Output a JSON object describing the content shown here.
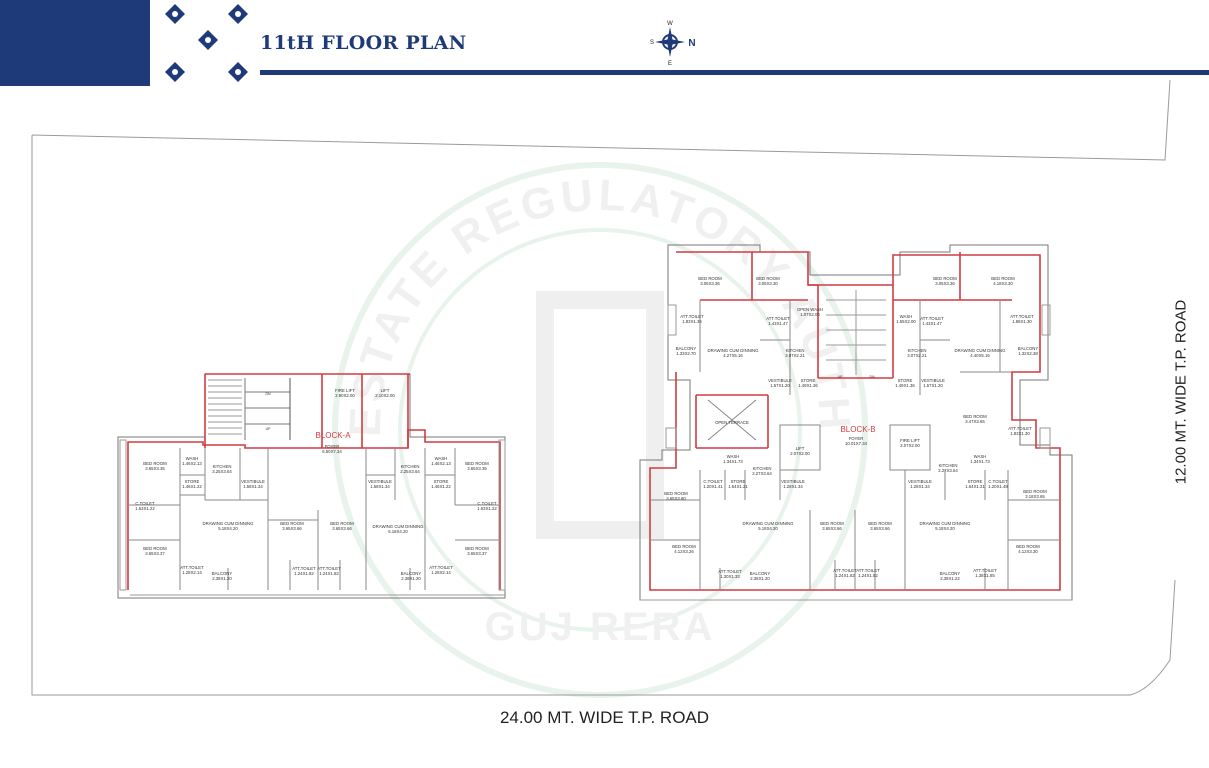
{
  "header": {
    "title": "11tH FLOOR PLAN",
    "brand_color": "#1e3a78"
  },
  "compass": {
    "n": "N",
    "s": "S",
    "e": "E",
    "w": "W"
  },
  "roads": {
    "bottom": "24.00 MT. WIDE T.P. ROAD",
    "right": "12.00 MT. WIDE T.P. ROAD"
  },
  "watermark": {
    "top": "REAL ESTATE REGULATORY AUTHORITY",
    "bottom": "GUJ RERA"
  },
  "block_a": {
    "label": "BLOCK-A",
    "foyer": {
      "name": "FOYER",
      "dim": "6.50X7.34"
    },
    "fire_lift": {
      "name": "FIRE LIFT",
      "dim": "2.90X2.00"
    },
    "lift": {
      "name": "LIFT",
      "dim": "2.10X2.00"
    },
    "bed_left": {
      "name": "BED ROOM",
      "dim": "3.65X3.35"
    },
    "wash_left": {
      "name": "WASH",
      "dim": "1.46X2.13"
    },
    "kitchen_left": {
      "name": "KITCHEN",
      "dim": "3.25X3.64"
    },
    "store_left": {
      "name": "STORE",
      "dim": "1.46X1.22"
    },
    "vestibule_left": {
      "name": "VESTIBULE",
      "dim": "1.58X1.34"
    },
    "ctoilet_left": {
      "name": "C.TOILET",
      "dim": "1.63X1.22"
    },
    "dcd_left": {
      "name": "DRAWING CUM DINNING",
      "dim": "5.18X4.20"
    },
    "bed_mid_left": {
      "name": "BED ROOM",
      "dim": "3.65X3.66"
    },
    "bed_mid_right": {
      "name": "BED ROOM",
      "dim": "3.65X3.66"
    },
    "dcd_right": {
      "name": "DRAWING CUM DINNING",
      "dim": "5.18X4.20"
    },
    "kitchen_right": {
      "name": "KITCHEN",
      "dim": "2.25X3.64"
    },
    "vestibule_right": {
      "name": "VESTIBULE",
      "dim": "1.58X1.34"
    },
    "wash_right": {
      "name": "WASH",
      "dim": "1.46X2.13"
    },
    "store_right": {
      "name": "STORE",
      "dim": "1.46X1.22"
    },
    "bed_right": {
      "name": "BED ROOM",
      "dim": "3.65X3.35"
    },
    "ctoilet_right": {
      "name": "C.TOILET",
      "dim": "1.63X1.22"
    },
    "bed_bl": {
      "name": "BED ROOM",
      "dim": "3.65X3.37"
    },
    "att_bl": {
      "name": "ATT.TOILET",
      "dim": "1.28X2.14"
    },
    "bal_left": {
      "name": "BALCONY",
      "dim": "2.38X1.20"
    },
    "att_ml": {
      "name": "ATT.TOILET",
      "dim": "1.24X1.82"
    },
    "att_mr": {
      "name": "ATT.TOILET",
      "dim": "1.24X1.82"
    },
    "bal_right": {
      "name": "BALCONY",
      "dim": "2.38X1.20"
    },
    "att_br": {
      "name": "ATT.TOILET",
      "dim": "1.28X2.14"
    },
    "bed_br": {
      "name": "BED ROOM",
      "dim": "3.65X3.37"
    }
  },
  "block_b": {
    "label": "BLOCK-B",
    "foyer": {
      "name": "FOYER",
      "dim": "10.01X7.34"
    },
    "lift": {
      "name": "LIFT",
      "dim": "2.07X2.00"
    },
    "fire_lift": {
      "name": "FIRE LIFT",
      "dim": "2.07X2.00"
    },
    "open_terrace": "OPEN TERRACE",
    "open_wash": {
      "name": "OPEN WASH",
      "dim": "1.07X2.00"
    },
    "tl_bed1": {
      "name": "BED ROOM",
      "dim": "3.05X3.36"
    },
    "tl_bed2": {
      "name": "BED ROOM",
      "dim": "3.05X3.30"
    },
    "tl_att1": {
      "name": "ATT.TOILET",
      "dim": "1.83X1.36"
    },
    "tl_att2": {
      "name": "ATT.TOILET",
      "dim": "1.43X1.47"
    },
    "tl_balcony": {
      "name": "BALCONY",
      "dim": "1.33X2.70"
    },
    "tl_dcd": {
      "name": "DRAWING CUM DINNING",
      "dim": "4.27X5.16"
    },
    "tl_kitchen": {
      "name": "KITCHEN",
      "dim": "3.07X2.21"
    },
    "tl_vestibule": {
      "name": "VESTIBULE",
      "dim": "1.57X1.20"
    },
    "tl_store": {
      "name": "STORE",
      "dim": "1.49X1.36"
    },
    "tr_bed1": {
      "name": "BED ROOM",
      "dim": "3.05X3.36"
    },
    "tr_bed2": {
      "name": "BED ROOM",
      "dim": "4.18X3.30"
    },
    "tr_wash": {
      "name": "WASH",
      "dim": "1.55X2.00"
    },
    "tr_att1": {
      "name": "ATT.TOILET",
      "dim": "1.43X1.47"
    },
    "tr_att2": {
      "name": "ATT.TOILET",
      "dim": "1.88X1.30"
    },
    "tr_kitchen": {
      "name": "KITCHEN",
      "dim": "3.07X2.21"
    },
    "tr_dcd": {
      "name": "DRAWING CUM DINNING",
      "dim": "4.40X5.16"
    },
    "tr_balcony": {
      "name": "BALCONY",
      "dim": "1.32X2.38"
    },
    "tr_store": {
      "name": "STORE",
      "dim": "1.49X1.36"
    },
    "tr_vestibule": {
      "name": "VESTIBULE",
      "dim": "1.57X1.20"
    },
    "tr_bed3": {
      "name": "BED ROOM",
      "dim": "3.47X3.65"
    },
    "tr_att3": {
      "name": "ATT.TOILET",
      "dim": "1.83X1.30"
    },
    "bl_wash": {
      "name": "WASH",
      "dim": "1.34X1.73"
    },
    "bl_kitchen": {
      "name": "KITCHEN",
      "dim": "2.27X3.64"
    },
    "bl_ctoilet": {
      "name": "C.TOILET",
      "dim": "1.20X1.41"
    },
    "bl_store": {
      "name": "STORE",
      "dim": "1.64X1.21"
    },
    "bl_vestibule": {
      "name": "VESTIBULE",
      "dim": "1.28X1.34"
    },
    "bl_bed1": {
      "name": "BED ROOM",
      "dim": "3.65X3.80"
    },
    "bl_dcd": {
      "name": "DRAWING CUM DINNING",
      "dim": "5.18X4.20"
    },
    "bl_bed_mid": {
      "name": "BED ROOM",
      "dim": "3.65X3.66"
    },
    "bl_bed2": {
      "name": "BED ROOM",
      "dim": "4.12X3.26"
    },
    "bl_att": {
      "name": "ATT.TOILET",
      "dim": "1.30X1.33"
    },
    "bl_balcony": {
      "name": "BALCONY",
      "dim": "2.38X1.20"
    },
    "bl_att_mid": {
      "name": "ATT.TOILET",
      "dim": "1.24X1.82"
    },
    "br_att_mid": {
      "name": "ATT.TOILET",
      "dim": "1.24X1.82"
    },
    "br_bed_mid": {
      "name": "BED ROOM",
      "dim": "3.65X3.66"
    },
    "br_dcd": {
      "name": "DRAWING CUM DINNING",
      "dim": "5.18X4.20"
    },
    "br_vestibule": {
      "name": "VESTIBULE",
      "dim": "1.28X1.34"
    },
    "br_kitchen": {
      "name": "KITCHEN",
      "dim": "2.27X3.64"
    },
    "br_wash": {
      "name": "WASH",
      "dim": "1.34X1.73"
    },
    "br_store": {
      "name": "STORE",
      "dim": "1.64X1.21"
    },
    "br_ctoilet": {
      "name": "C.TOILET",
      "dim": "1.20X1.48"
    },
    "br_bed1": {
      "name": "BED ROOM",
      "dim": "3.18X3.65"
    },
    "br_bed2": {
      "name": "BED ROOM",
      "dim": "4.12X3.30"
    },
    "br_att": {
      "name": "ATT.TOILET",
      "dim": "1.38X1.85"
    },
    "br_balcony": {
      "name": "BALCONY",
      "dim": "2.38X1.22"
    }
  },
  "stair_labels": {
    "up": "UP",
    "dn": "DN"
  }
}
